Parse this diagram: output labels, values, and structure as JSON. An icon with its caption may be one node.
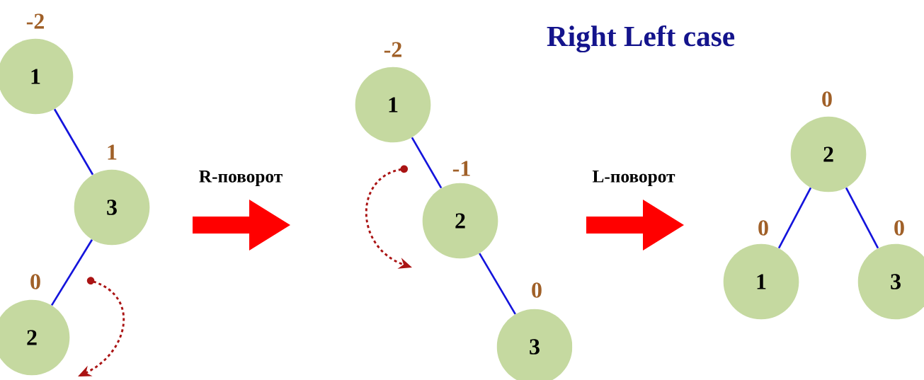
{
  "diagram": {
    "title": "Right Left case",
    "nodes": [
      {
        "text": [
          "1"
        ],
        "beside": [
          "-2"
        ]
      },
      {
        "text": [
          "3"
        ],
        "beside": [
          "1"
        ]
      },
      {
        "text": [
          "2"
        ],
        "beside": [
          "0"
        ]
      },
      {
        "text": [
          "1"
        ],
        "beside": [
          "-2"
        ]
      },
      {
        "text": [
          "2"
        ],
        "beside": [
          "-1"
        ]
      },
      {
        "text": [
          "3"
        ],
        "beside": [
          "0"
        ]
      },
      {
        "text": [
          "2"
        ],
        "beside": [
          "0"
        ]
      },
      {
        "text": [
          "1"
        ],
        "beside": [
          "0"
        ]
      },
      {
        "text": [
          "3"
        ],
        "beside": [
          "0"
        ]
      }
    ],
    "edges": [
      {
        "from": 0,
        "to": 1,
        "arrow": "none"
      },
      {
        "from": 1,
        "to": 2,
        "arrow": "none"
      },
      {
        "from": 3,
        "to": 4,
        "arrow": "none"
      },
      {
        "from": 4,
        "to": 5,
        "arrow": "none"
      },
      {
        "from": 6,
        "to": 7,
        "arrow": "none"
      },
      {
        "from": 6,
        "to": 8,
        "arrow": "none"
      }
    ],
    "labels": [
      "R-поворот",
      "L-поворот"
    ]
  }
}
